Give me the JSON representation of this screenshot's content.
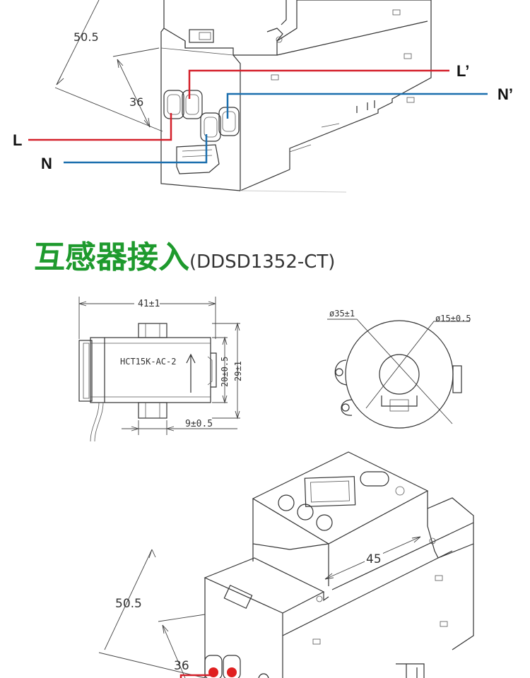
{
  "top_diagram": {
    "dim_height": "50.5",
    "dim_terminal": "36",
    "wires": {
      "L": "L",
      "N": "N",
      "L_out": "L’",
      "N_out": "N’"
    },
    "colors": {
      "live": "#d4202a",
      "neutral": "#1b6fae"
    }
  },
  "heading": {
    "title": "互感器接入",
    "model": "(DDSD1352-CT)",
    "color": "#1e9a2d"
  },
  "ct_side_view": {
    "width_dim": "41±1",
    "label": "HCT15K-AC-2",
    "height_dim_inner": "20±0.5",
    "height_dim_outer": "29±1",
    "offset_dim": "9±0.5"
  },
  "ct_front_view": {
    "outer_diameter": "ø35±1",
    "inner_diameter": "ø15±0.5"
  },
  "bottom_diagram": {
    "dim_height": "50.5",
    "dim_depth": "45",
    "dim_terminal": "36"
  }
}
